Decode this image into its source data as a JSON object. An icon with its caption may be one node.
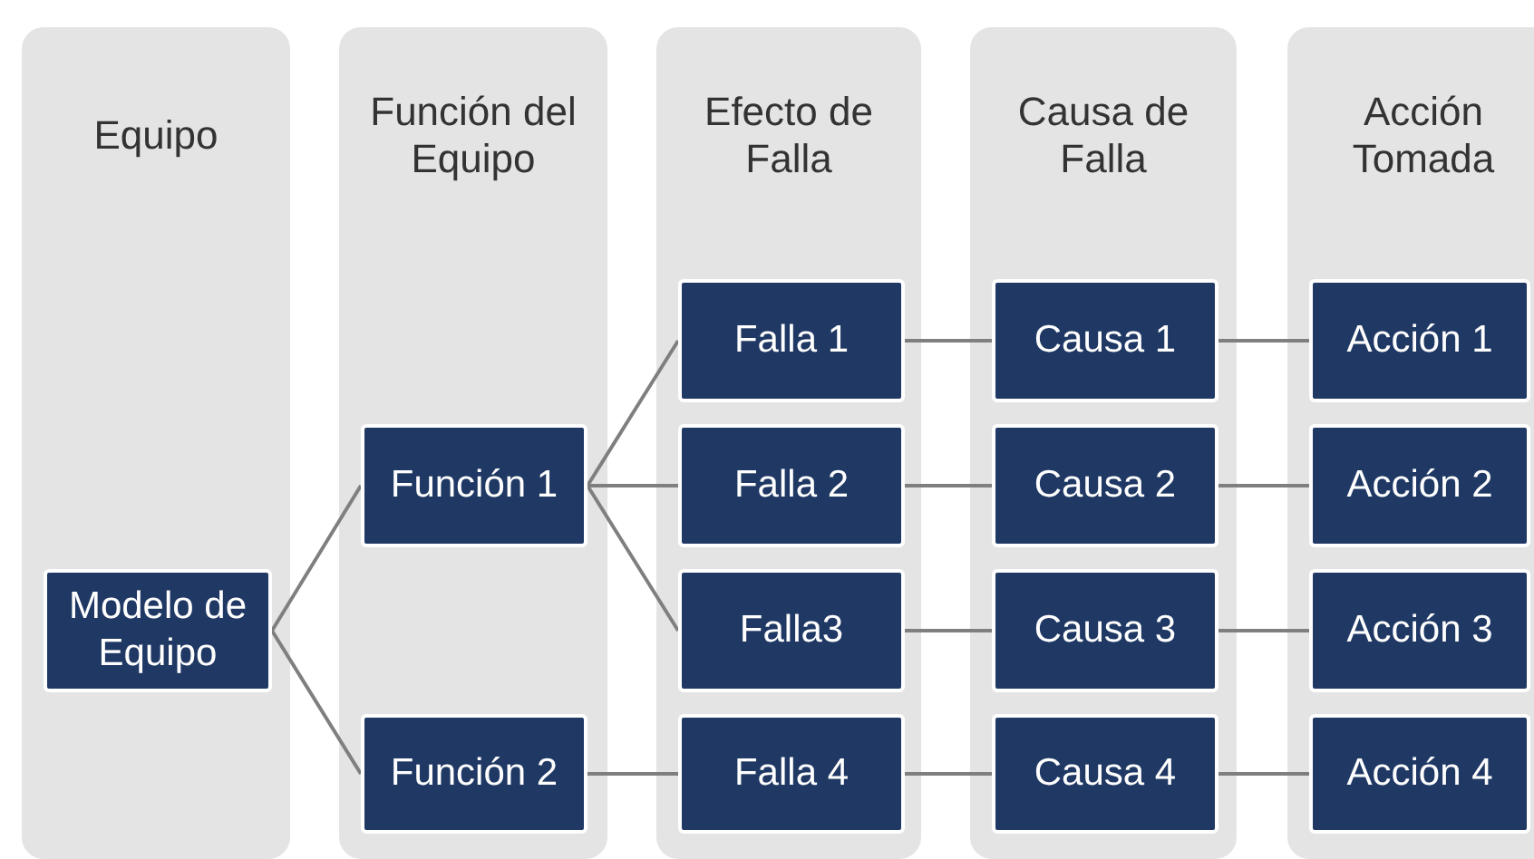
{
  "diagram": {
    "nodes": [
      {
        "text": [
          "Equipo"
        ]
      },
      {
        "text": [
          "Función del Equipo"
        ]
      },
      {
        "text": [
          "Efecto de Falla"
        ]
      },
      {
        "text": [
          "Causa de Falla"
        ]
      },
      {
        "text": [
          "Acción Tomada"
        ]
      },
      {
        "text": [
          "Modelo de Equipo"
        ],
        "in": 0
      },
      {
        "text": [
          "Función 1"
        ],
        "in": 1
      },
      {
        "text": [
          "Función 2"
        ],
        "in": 1
      },
      {
        "text": [
          "Falla 1"
        ],
        "in": 2
      },
      {
        "text": [
          "Falla 2"
        ],
        "in": 2
      },
      {
        "text": [
          "Falla3"
        ],
        "in": 2
      },
      {
        "text": [
          "Falla 4"
        ],
        "in": 2
      },
      {
        "text": [
          "Causa 1"
        ],
        "in": 3
      },
      {
        "text": [
          "Causa 2"
        ],
        "in": 3
      },
      {
        "text": [
          "Causa 3"
        ],
        "in": 3
      },
      {
        "text": [
          "Causa 4"
        ],
        "in": 3
      },
      {
        "text": [
          "Acción 1"
        ],
        "in": 4
      },
      {
        "text": [
          "Acción 2"
        ],
        "in": 4
      },
      {
        "text": [
          "Acción 3"
        ],
        "in": 4
      },
      {
        "text": [
          "Acción 4"
        ],
        "in": 4
      }
    ],
    "edges": [
      {
        "from": 5,
        "to": 6,
        "arrow": "none"
      },
      {
        "from": 5,
        "to": 7,
        "arrow": "none"
      },
      {
        "from": 6,
        "to": 8,
        "arrow": "none"
      },
      {
        "from": 6,
        "to": 9,
        "arrow": "none"
      },
      {
        "from": 6,
        "to": 10,
        "arrow": "none"
      },
      {
        "from": 7,
        "to": 11,
        "arrow": "none"
      },
      {
        "from": 8,
        "to": 12,
        "arrow": "none"
      },
      {
        "from": 9,
        "to": 13,
        "arrow": "none"
      },
      {
        "from": 10,
        "to": 14,
        "arrow": "none"
      },
      {
        "from": 11,
        "to": 15,
        "arrow": "none"
      },
      {
        "from": 12,
        "to": 16,
        "arrow": "none"
      },
      {
        "from": 13,
        "to": 17,
        "arrow": "none"
      },
      {
        "from": 14,
        "to": 18,
        "arrow": "none"
      },
      {
        "from": 15,
        "to": 19,
        "arrow": "none"
      }
    ]
  }
}
